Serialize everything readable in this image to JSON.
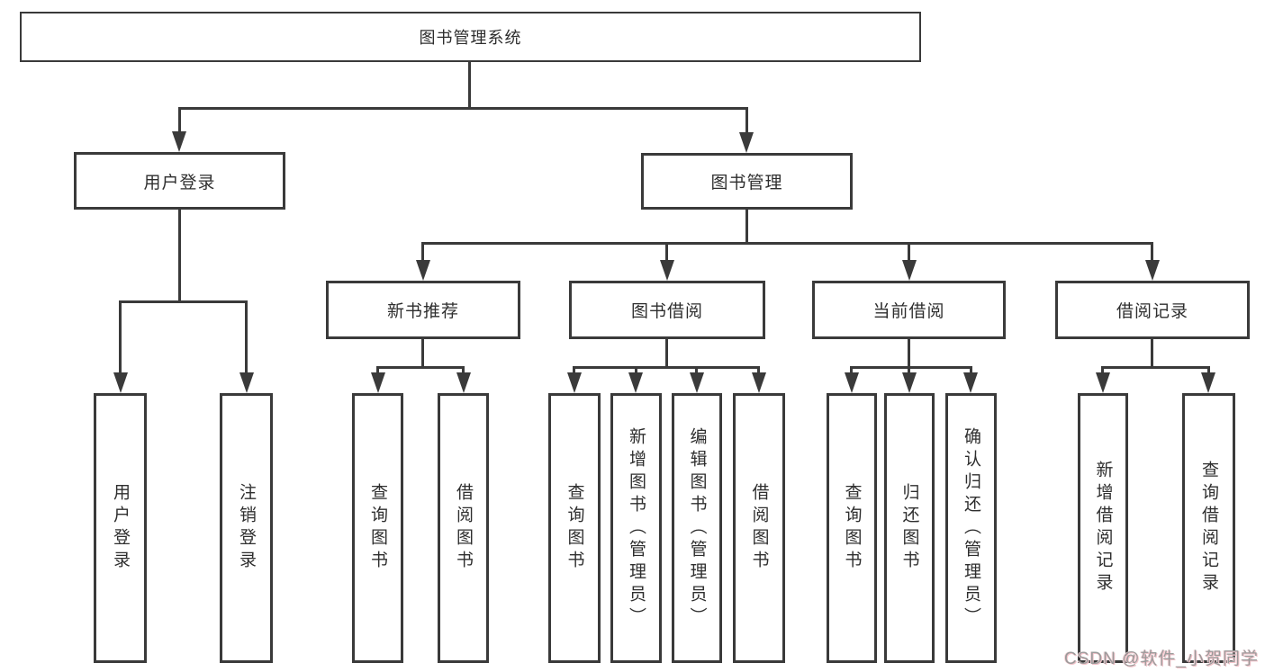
{
  "diagram": {
    "title": "图书管理系统",
    "branches": [
      {
        "label": "用户登录",
        "children": [
          "用户登录",
          "注销登录"
        ]
      },
      {
        "label": "图书管理",
        "children": [
          {
            "label": "新书推荐",
            "children": [
              "查询图书",
              "借阅图书"
            ]
          },
          {
            "label": "图书借阅",
            "children": [
              "查询图书",
              "新增图书（管理员）",
              "编辑图书（管理员）",
              "借阅图书"
            ]
          },
          {
            "label": "当前借阅",
            "children": [
              "查询图书",
              "归还图书",
              "确认归还（管理员）"
            ]
          },
          {
            "label": "借阅记录",
            "children": [
              "新增借阅记录",
              "查询借阅记录"
            ]
          }
        ]
      }
    ],
    "line_color": "#3a3a3a"
  },
  "watermark": {
    "text": "CSDN @软件_小贺同学",
    "color": "#9b9b9b"
  }
}
